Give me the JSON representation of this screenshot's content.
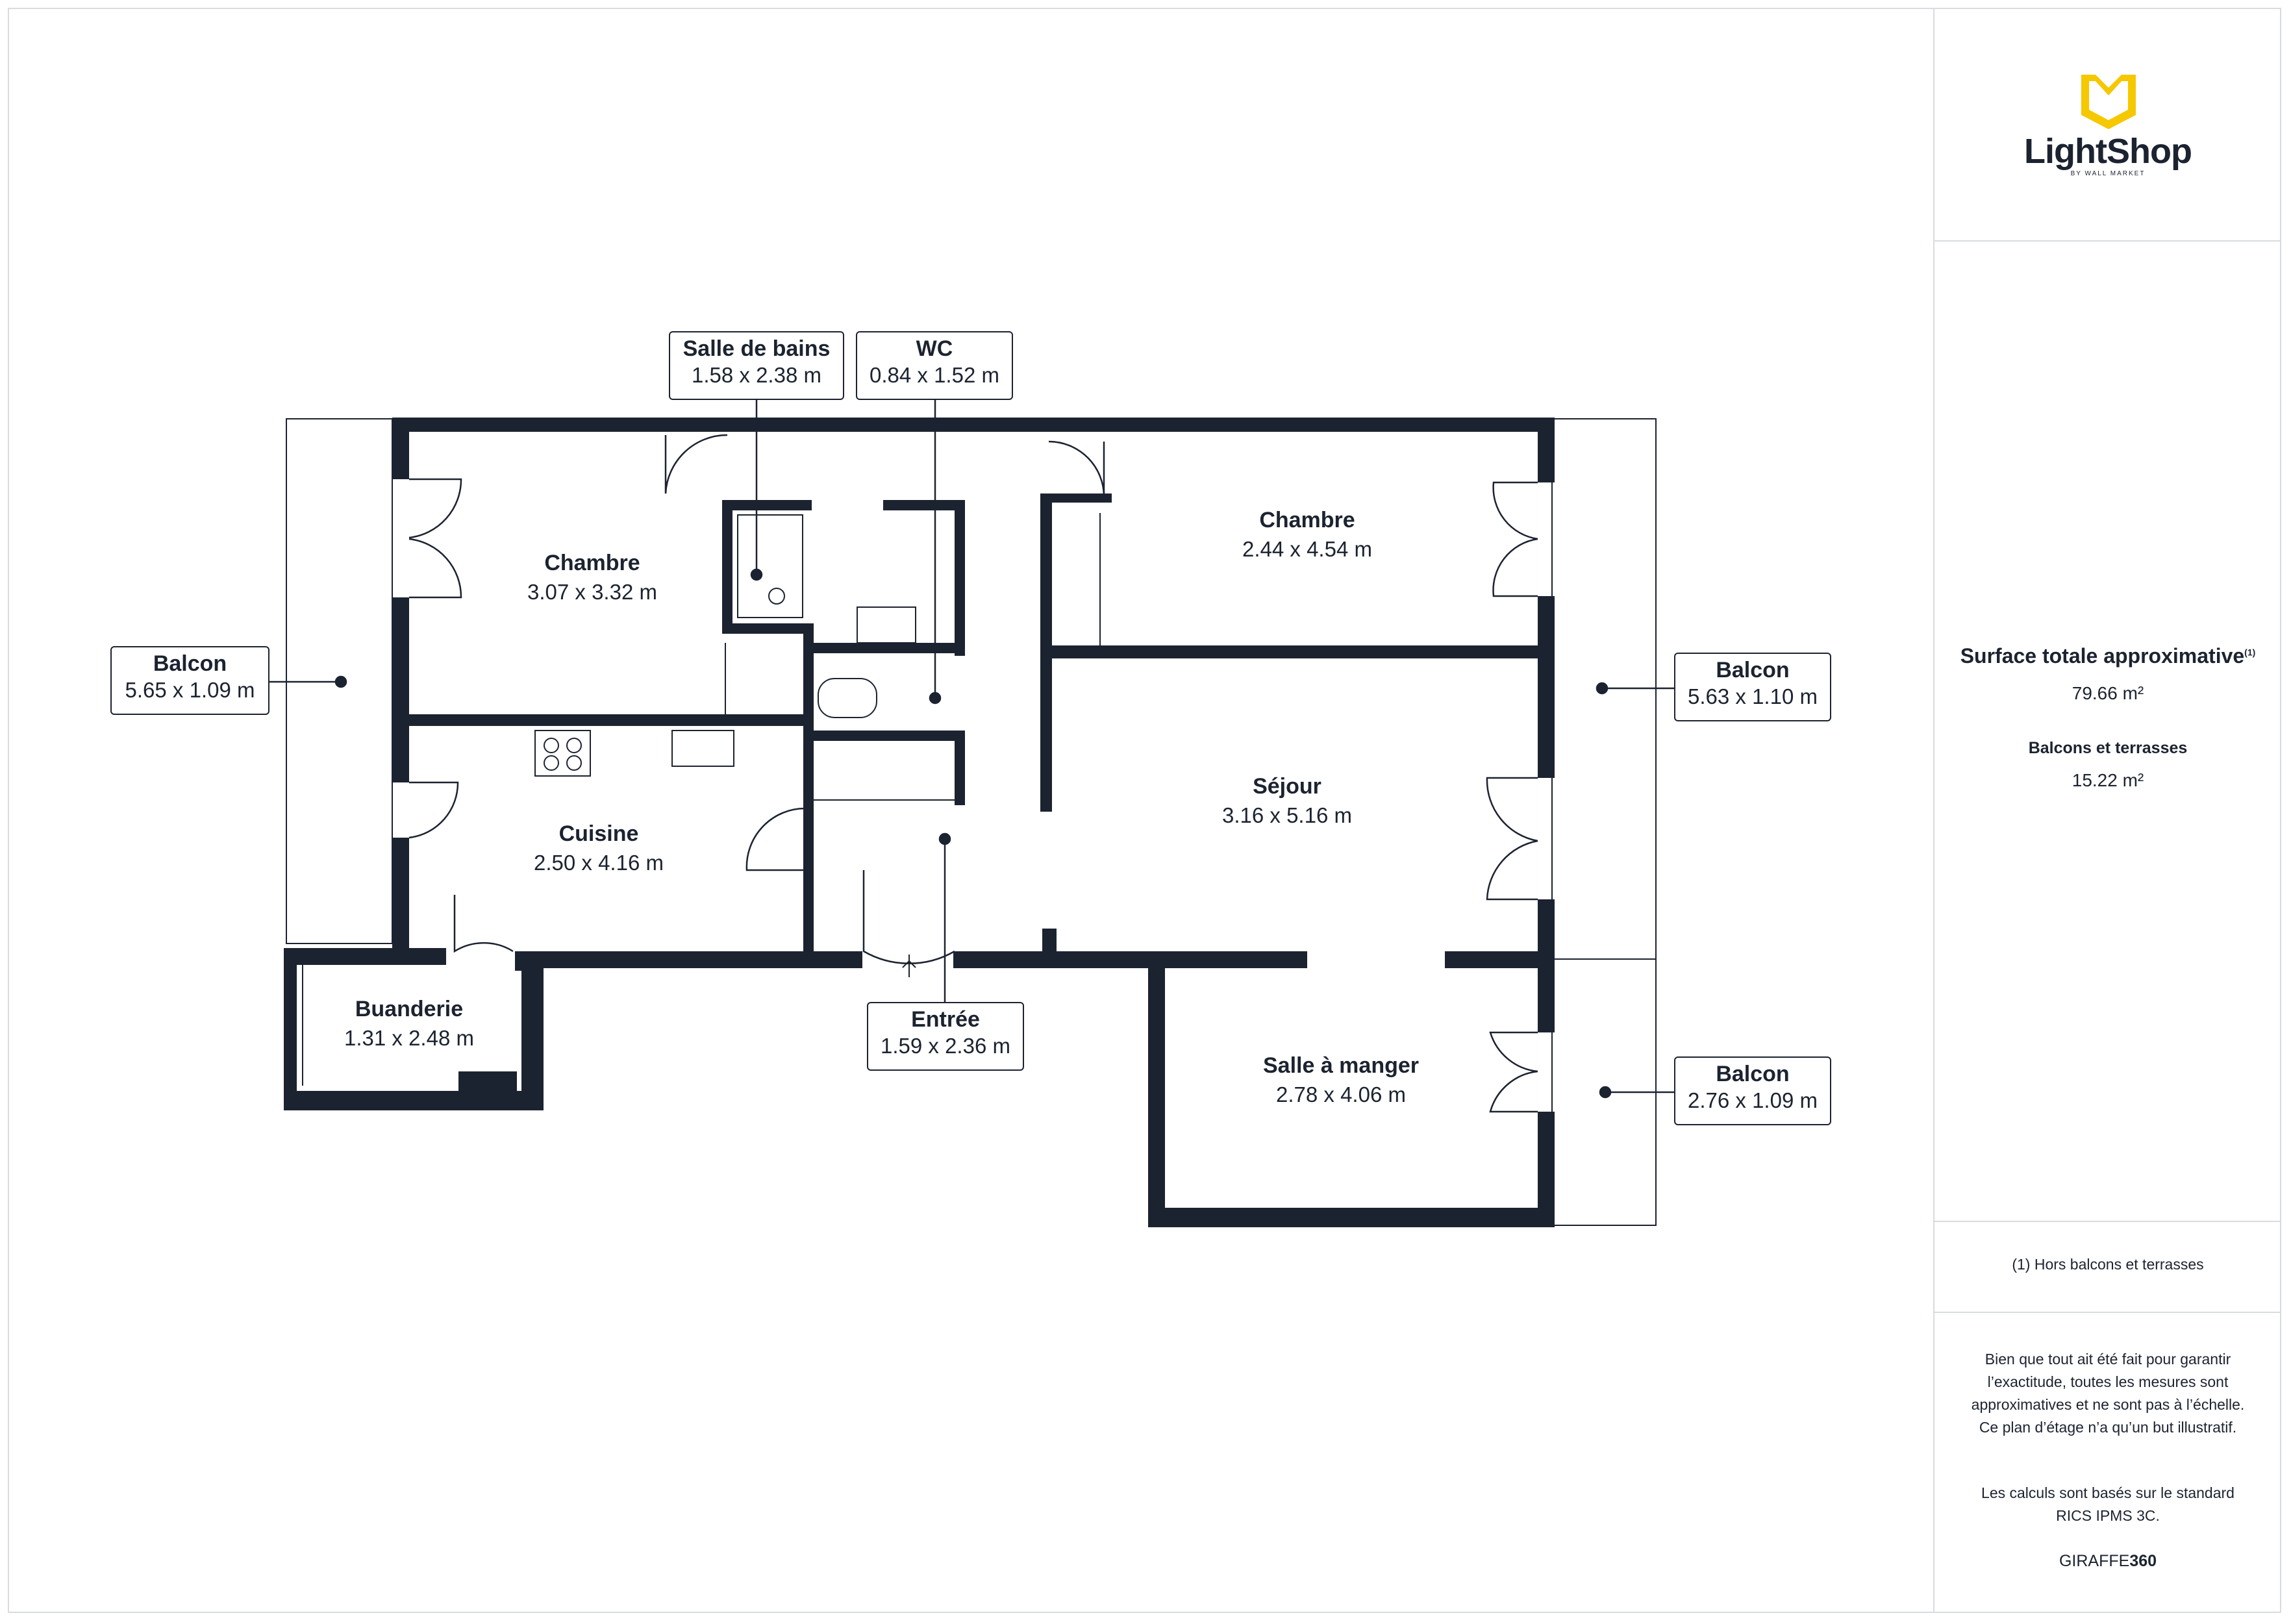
{
  "brand": {
    "logo_name": "LightShop",
    "logo_tagline": "BY WALL MARKET",
    "logo_color": "#f5c800"
  },
  "summary": {
    "total_label": "Surface totale approximative",
    "total_sup": "(1)",
    "total_value": "79.66 m²",
    "balconies_label": "Balcons et terrasses",
    "balconies_value": "15.22 m²"
  },
  "note": "(1) Hors balcons et terrasses",
  "disclaimer": "Bien que tout ait été fait pour garantir l’exactitude, toutes les mesures sont approximatives et ne sont pas à l’échelle. Ce plan d’étage n’a qu’un but illustratif.",
  "calc_note": "Les calculs sont basés sur le standard RICS IPMS 3C.",
  "provider": {
    "prefix": "GIRAFFE",
    "suffix": "360"
  },
  "colors": {
    "wall": "#1c2330",
    "frame": "#d8dbe0"
  },
  "rooms": {
    "chambre1": {
      "name": "Chambre",
      "dims": "3.07 x 3.32 m"
    },
    "chambre2": {
      "name": "Chambre",
      "dims": "2.44 x 4.54 m"
    },
    "cuisine": {
      "name": "Cuisine",
      "dims": "2.50 x 4.16 m"
    },
    "sejour": {
      "name": "Séjour",
      "dims": "3.16 x 5.16 m"
    },
    "buanderie": {
      "name": "Buanderie",
      "dims": "1.31 x 2.48 m"
    },
    "salle_manger": {
      "name": "Salle à manger",
      "dims": "2.78 x 4.06 m"
    }
  },
  "callouts": {
    "sdb": {
      "name": "Salle de bains",
      "dims": "1.58 x 2.38 m"
    },
    "wc": {
      "name": "WC",
      "dims": "0.84 x 1.52 m"
    },
    "balcon_left": {
      "name": "Balcon",
      "dims": "5.65 x 1.09 m"
    },
    "balcon_right_top": {
      "name": "Balcon",
      "dims": "5.63 x 1.10 m"
    },
    "balcon_right_bottom": {
      "name": "Balcon",
      "dims": "2.76 x 1.09 m"
    },
    "entree": {
      "name": "Entrée",
      "dims": "1.59 x 2.36 m"
    }
  }
}
